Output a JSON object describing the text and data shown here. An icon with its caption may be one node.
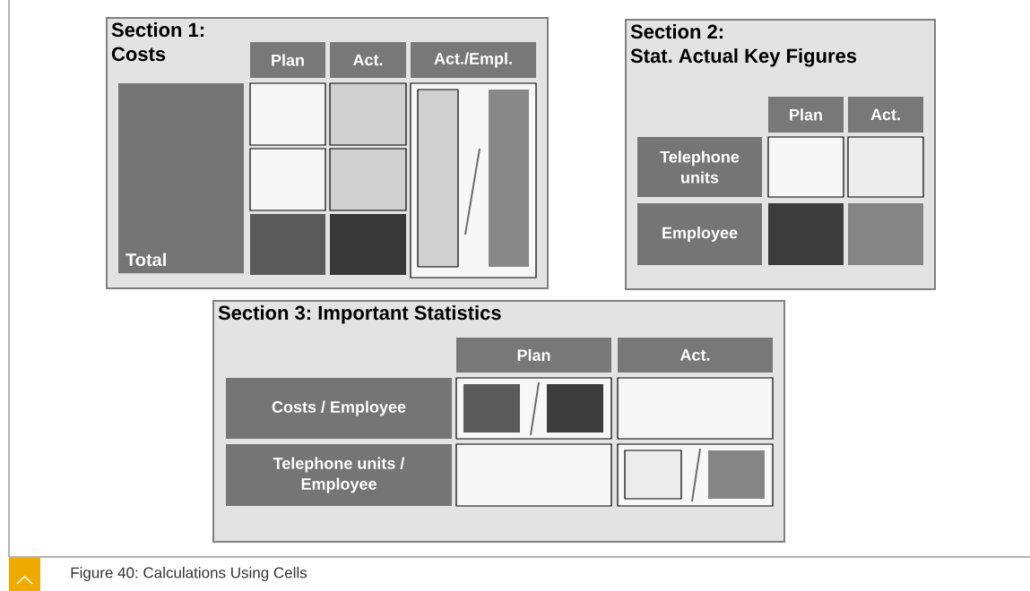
{
  "diagram": {
    "caption": "Figure 40: Calculations Using Cells",
    "nodes": [
      {
        "text": [
          "Section 1: Costs"
        ]
      },
      {
        "text": [
          "Plan"
        ],
        "in": 0
      },
      {
        "text": [
          "Act."
        ],
        "in": 0
      },
      {
        "text": [
          "Act./Empl."
        ],
        "in": 0
      },
      {
        "text": [
          "Total"
        ],
        "in": 0
      },
      {
        "text": [],
        "shape": "box",
        "in": 0
      },
      {
        "text": [],
        "shape": "box",
        "in": 0
      },
      {
        "text": [],
        "shape": "box",
        "in": 0
      },
      {
        "text": [],
        "shape": "bar",
        "in": 7
      },
      {
        "text": [],
        "shape": "bar",
        "in": 7
      },
      {
        "text": [],
        "shape": "box",
        "in": 0
      },
      {
        "text": [],
        "shape": "box",
        "in": 0
      },
      {
        "text": [],
        "shape": "box",
        "in": 0
      },
      {
        "text": [],
        "shape": "box",
        "in": 0
      },
      {
        "text": [
          "Section 2: Stat. Actual Key Figures"
        ]
      },
      {
        "text": [
          "Plan"
        ],
        "in": 14
      },
      {
        "text": [
          "Act."
        ],
        "in": 14
      },
      {
        "text": [
          "Telephone units"
        ],
        "in": 14
      },
      {
        "text": [],
        "shape": "box",
        "in": 14
      },
      {
        "text": [],
        "shape": "box",
        "in": 14
      },
      {
        "text": [
          "Employee"
        ],
        "in": 14
      },
      {
        "text": [],
        "shape": "box",
        "in": 14
      },
      {
        "text": [],
        "shape": "box",
        "in": 14
      },
      {
        "text": [
          "Section 3: Important Statistics"
        ]
      },
      {
        "text": [
          "Plan"
        ],
        "in": 23
      },
      {
        "text": [
          "Act."
        ],
        "in": 23
      },
      {
        "text": [
          "Costs / Employee"
        ],
        "in": 23
      },
      {
        "text": [],
        "shape": "box",
        "in": 23
      },
      {
        "text": [],
        "shape": "box",
        "in": 27
      },
      {
        "text": [],
        "shape": "box",
        "in": 27
      },
      {
        "text": [],
        "shape": "box",
        "in": 23
      },
      {
        "text": [
          "Telephone units / Employee"
        ],
        "in": 23
      },
      {
        "text": [],
        "shape": "box",
        "in": 23
      },
      {
        "text": [],
        "shape": "box",
        "in": 23
      },
      {
        "text": [],
        "shape": "box",
        "in": 33
      },
      {
        "text": [],
        "shape": "box",
        "in": 33
      }
    ]
  }
}
